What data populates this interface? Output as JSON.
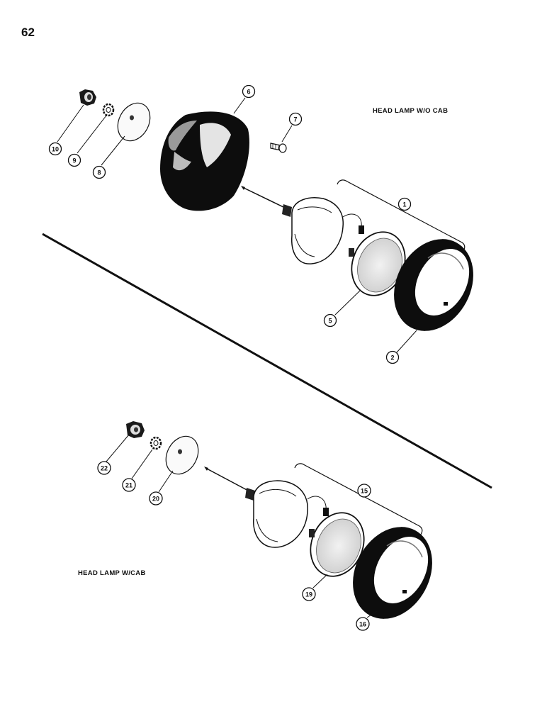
{
  "page_number": "62",
  "assemblies": [
    {
      "id": "top",
      "title": "HEAD LAMP W/O CAB",
      "callouts": [
        "1",
        "2",
        "5",
        "6",
        "7",
        "8",
        "9",
        "10"
      ]
    },
    {
      "id": "bottom",
      "title": "HEAD LAMP W/CAB",
      "callouts": [
        "15",
        "16",
        "19",
        "20",
        "21",
        "22"
      ]
    }
  ]
}
